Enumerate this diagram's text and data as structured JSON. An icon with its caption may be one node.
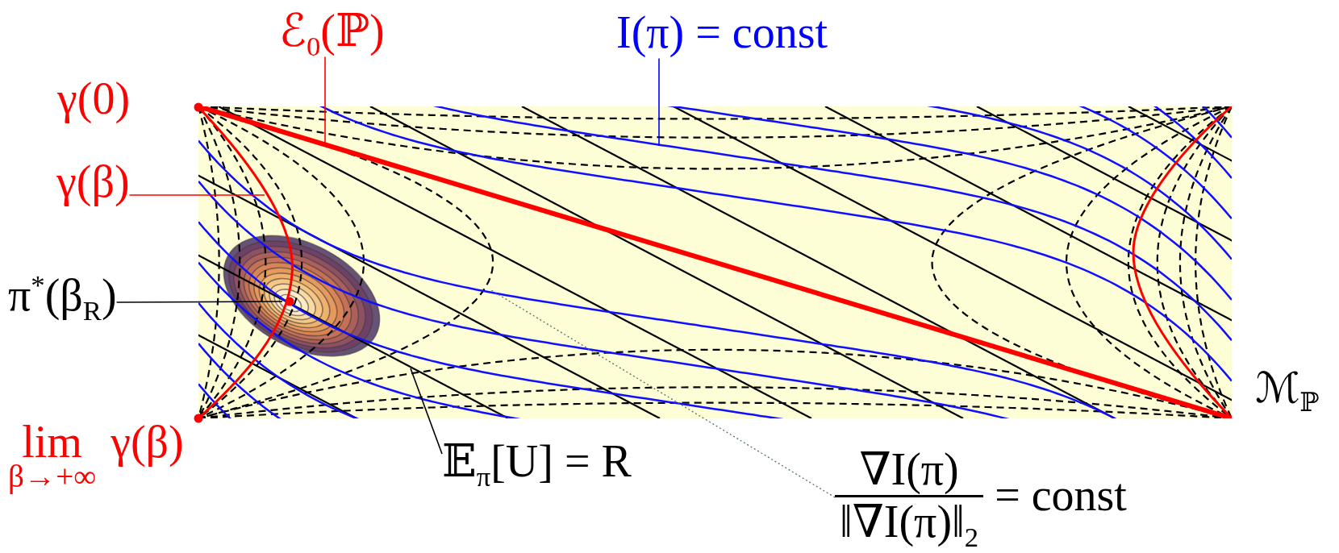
{
  "diagram": {
    "nodes": [
      {
        "text": [
          "ℰ$_{0}$(ℙ)"
        ]
      },
      {
        "text": [
          "I(π) = const"
        ]
      },
      {
        "text": [
          "γ(β)"
        ]
      },
      {
        "text": [
          "π$^{*}$(β$_{R}$)"
        ]
      },
      {
        "text": [
          "𝔼$_{π}$[U] = R"
        ]
      },
      {
        "text": [
          "∇I(π)",
          "‖∇I(π)‖$_{2}$",
          "= const"
        ]
      }
    ],
    "edges": [
      {
        "from": 0,
        "to": null,
        "arrow": "none",
        "color": "#ff0000"
      },
      {
        "from": 1,
        "to": null,
        "arrow": "none",
        "color": "#0000ff"
      },
      {
        "from": 2,
        "to": null,
        "arrow": "none",
        "color": "#ff0000"
      },
      {
        "from": 3,
        "to": null,
        "arrow": "none",
        "color": "#000000"
      },
      {
        "from": 4,
        "to": null,
        "arrow": "none",
        "color": "#000000"
      },
      {
        "from": 5,
        "to": null,
        "arrow": "none",
        "style": "dashed",
        "color": "#4f7562"
      }
    ],
    "labels": [
      "γ(0)",
      "ℳ$_{ℙ}$",
      "lim$_{β→+∞}$ γ(β)"
    ]
  }
}
